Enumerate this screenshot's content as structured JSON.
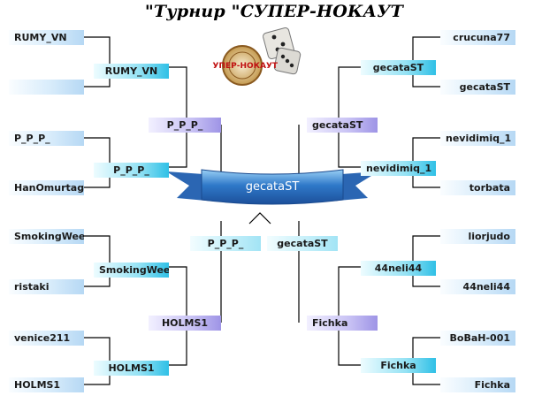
{
  "title": "\"Турнир \"СУПЕР-НОКАУТ",
  "logo_text": "СУПЕР-НОКАУТ",
  "champion": "gecataST",
  "final": {
    "left": "P_P_P_",
    "right": "gecataST"
  },
  "left_side": {
    "semi": [
      "P_P_P_",
      "HOLMS1"
    ],
    "quarter": [
      "RUMY_VN",
      "P_P_P_",
      "SmokingWeed",
      "HOLMS1"
    ],
    "round1": [
      "RUMY_VN",
      "",
      "P_P_P_",
      "HanOmurtag",
      "SmokingWeed",
      "ristaki",
      "venice211",
      "HOLMS1"
    ]
  },
  "right_side": {
    "semi": [
      "gecataST",
      "Fichka"
    ],
    "quarter": [
      "gecataST",
      "nevidimiq_1",
      "44neli44",
      "Fichka"
    ],
    "round1": [
      "crucuna77",
      "gecataST",
      "nevidimiq_1",
      "torbata",
      "liorjudo",
      "44neli44",
      "BoBaH-001",
      "Fichka"
    ]
  }
}
